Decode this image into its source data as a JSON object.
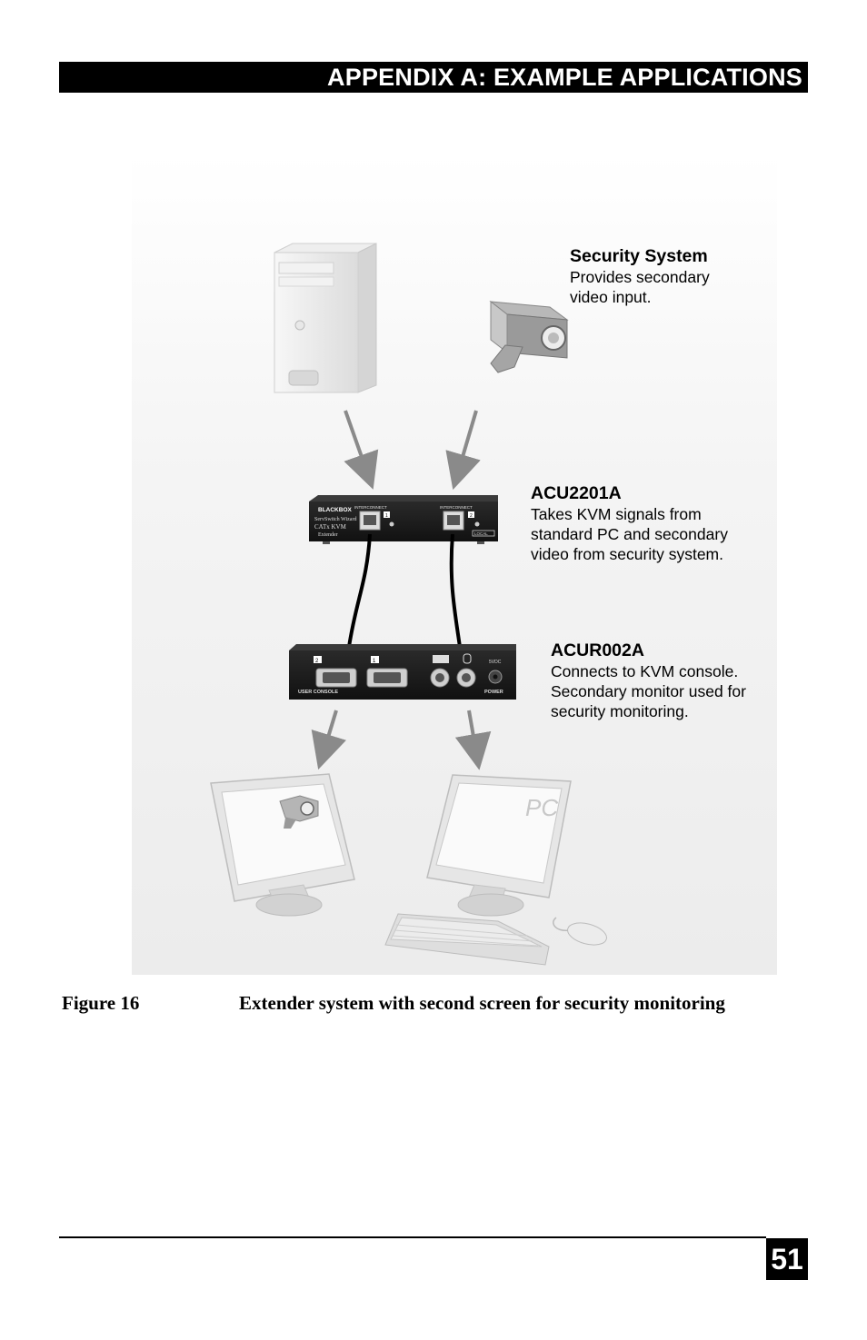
{
  "header": {
    "title": "APPENDIX A: EXAMPLE APPLICATIONS"
  },
  "diagram": {
    "security": {
      "title": "Security System",
      "desc": "Provides secondary\nvideo input."
    },
    "acu2201a": {
      "title": "ACU2201A",
      "desc": "Takes KVM signals from\nstandard PC and secondary\nvideo from security system."
    },
    "acur002a": {
      "title": "ACUR002A",
      "desc": "Connects to KVM console.\nSecondary monitor used for\nsecurity monitoring."
    },
    "device_top": {
      "brand": "BLACKBOX",
      "line1": "ServSwitch Wizard",
      "line2": "CATx KVM",
      "line3": "Extender",
      "port1_label": "INTERCONNECT",
      "port2_label": "INTERCONNECT",
      "port1_num": "1",
      "port2_num": "2",
      "local": "LOCAL"
    },
    "device_bottom": {
      "num1": "2",
      "num2": "1",
      "user_console": "USER CONSOLE",
      "power": "POWER",
      "dc": "5VDC"
    },
    "monitor_right_text": "PC"
  },
  "figure": {
    "number": "Figure 16",
    "caption": "Extender system with second screen for security monitoring"
  },
  "page": {
    "number": "51"
  }
}
